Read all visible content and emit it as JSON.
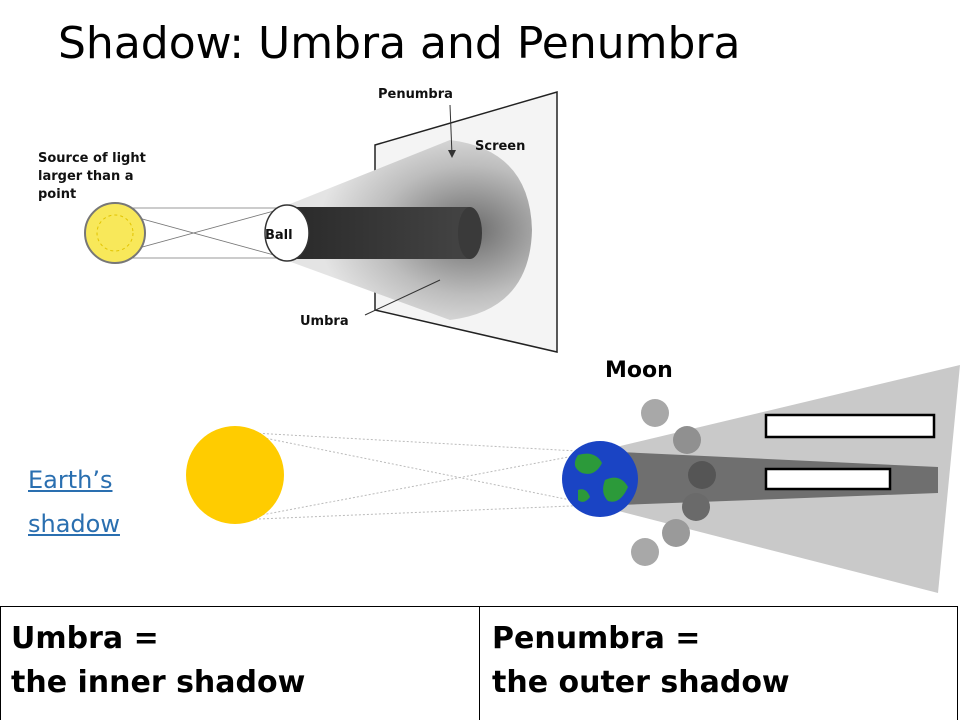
{
  "title": "Shadow: Umbra and Penumbra",
  "top_diagram": {
    "source_label": [
      "Source of light",
      "larger than a",
      "point"
    ],
    "ball_label": "Ball",
    "penumbra_label": "Penumbra",
    "screen_label": "Screen",
    "umbra_label": "Umbra"
  },
  "bottom_diagram": {
    "moon_label": "Moon",
    "link_lines": [
      "Earth’s",
      "shadow"
    ]
  },
  "table": {
    "left_lines": [
      "Umbra =",
      "the inner shadow"
    ],
    "right_lines": [
      "Penumbra =",
      "the outer shadow"
    ]
  },
  "colors": {
    "sun": "#ffcc00",
    "link": "#2a6fb0",
    "penumbra": "#c9c9c9",
    "umbra": "#707070"
  }
}
